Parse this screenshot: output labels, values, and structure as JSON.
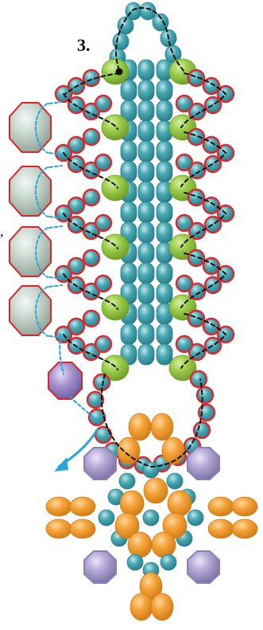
{
  "diagram": {
    "step_label": "3.",
    "edge_mark": ",",
    "colors": {
      "teal": "#49a9b4",
      "teal_dark": "#2a7f8a",
      "teal_light": "#bfe6ea",
      "green": "#9ccc4a",
      "green_dark": "#6f9f2a",
      "red_outline": "#e0272f",
      "crystal_fill": "#c9d8cf",
      "crystal_edge": "#d8262c",
      "purple": "#a895cf",
      "purple_edge": "#d8262c",
      "orange": "#f3a23a",
      "orange_dark": "#d27c15",
      "lavender": "#b3a7d6",
      "thread_black": "#111111",
      "thread_blue": "#29a4df"
    },
    "icons": {
      "start_point": "black-dot",
      "direction_arrow": "curved-arrow"
    }
  }
}
